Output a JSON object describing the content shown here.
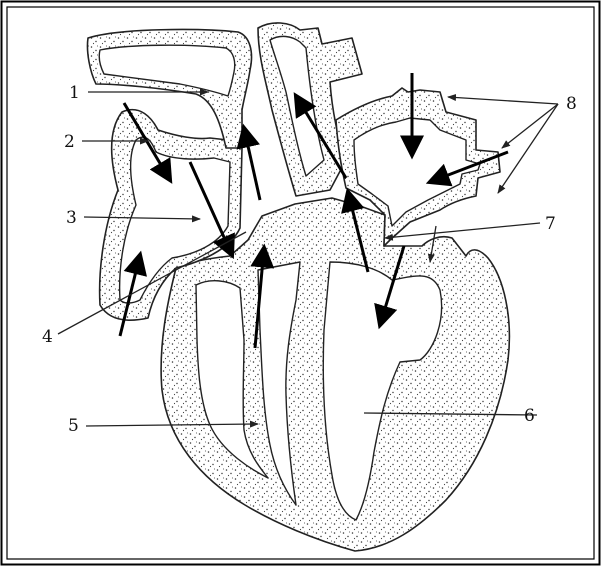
{
  "figure": {
    "labels": [
      {
        "id": "1",
        "text": "1"
      },
      {
        "id": "2",
        "text": "2"
      },
      {
        "id": "3",
        "text": "3"
      },
      {
        "id": "4",
        "text": "4"
      },
      {
        "id": "5",
        "text": "5"
      },
      {
        "id": "6",
        "text": "6"
      },
      {
        "id": "7",
        "text": "7"
      },
      {
        "id": "8",
        "text": "8"
      }
    ]
  }
}
